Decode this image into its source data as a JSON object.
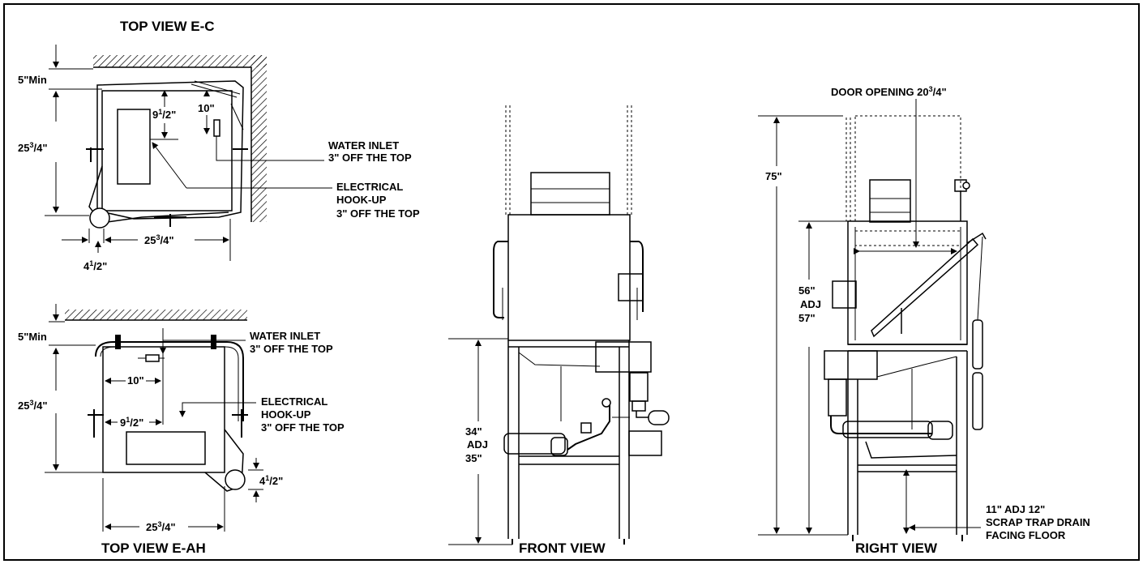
{
  "views": {
    "top_ec": {
      "title": "TOP VIEW E-C",
      "dim_min": "5\"Min",
      "dim_depth": "25",
      "dim_depth_frac": "3",
      "dim_depth_frac2": "/4\"",
      "dim_width": "25",
      "dim_width_frac": "3",
      "dim_width_frac2": "/4\"",
      "dim_9": "9",
      "dim_9_frac": "1",
      "dim_9_frac2": "/2\"",
      "dim_10": "10\"",
      "dim_4": "4",
      "dim_4_frac": "1",
      "dim_4_frac2": "/2\"",
      "water_inlet_1": "WATER INLET",
      "water_inlet_2": "3\" OFF THE TOP",
      "electrical_1": "ELECTRICAL",
      "electrical_2": "HOOK-UP",
      "electrical_3": "3\" OFF THE TOP"
    },
    "top_eah": {
      "title": "TOP VIEW E-AH",
      "dim_min": "5\"Min",
      "dim_depth": "25",
      "dim_depth_frac": "3",
      "dim_depth_frac2": "/4\"",
      "dim_width": "25",
      "dim_width_frac": "3",
      "dim_width_frac2": "/4\"",
      "dim_10": "10\"",
      "dim_9": "9",
      "dim_9_frac": "1",
      "dim_9_frac2": "/2\"",
      "dim_4": "4",
      "dim_4_frac": "1",
      "dim_4_frac2": "/2\"",
      "water_inlet_1": "WATER INLET",
      "water_inlet_2": "3\" OFF THE TOP",
      "electrical_1": "ELECTRICAL",
      "electrical_2": "HOOK-UP",
      "electrical_3": "3\" OFF THE TOP"
    },
    "front": {
      "title": "FRONT VIEW",
      "dim_1": "34\"",
      "dim_2": "ADJ",
      "dim_3": "35\""
    },
    "right": {
      "title": "RIGHT VIEW",
      "door_label": "DOOR OPENING 20",
      "door_frac": "3",
      "door_frac2": "/4\"",
      "dim_75": "75\"",
      "dim_56": "56\"",
      "dim_adj": "ADJ",
      "dim_57": "57\"",
      "drain_1": "11\" ADJ 12\"",
      "drain_2": "SCRAP TRAP DRAIN",
      "drain_3": "FACING FLOOR"
    }
  }
}
